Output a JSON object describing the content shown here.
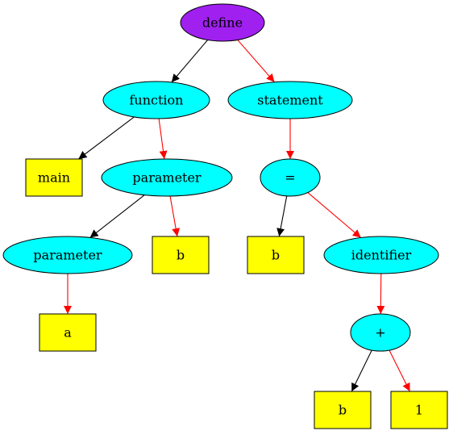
{
  "colors": {
    "root": "#a020f0",
    "nonterminal": "#00ffff",
    "terminal": "#ffff00",
    "edge_left": "#000000",
    "edge_right": "#ff0000"
  },
  "nodes": [
    {
      "id": "define",
      "label": "define",
      "shape": "ellipse",
      "role": "root"
    },
    {
      "id": "function",
      "label": "function",
      "shape": "ellipse",
      "role": "nonterminal"
    },
    {
      "id": "statement",
      "label": "statement",
      "shape": "ellipse",
      "role": "nonterminal"
    },
    {
      "id": "main",
      "label": "main",
      "shape": "box",
      "role": "terminal"
    },
    {
      "id": "parameter1",
      "label": "parameter",
      "shape": "ellipse",
      "role": "nonterminal"
    },
    {
      "id": "assign",
      "label": "=",
      "shape": "ellipse",
      "role": "nonterminal"
    },
    {
      "id": "parameter2",
      "label": "parameter",
      "shape": "ellipse",
      "role": "nonterminal"
    },
    {
      "id": "b1",
      "label": "b",
      "shape": "box",
      "role": "terminal"
    },
    {
      "id": "b2",
      "label": "b",
      "shape": "box",
      "role": "terminal"
    },
    {
      "id": "identifier",
      "label": "identifier",
      "shape": "ellipse",
      "role": "nonterminal"
    },
    {
      "id": "a",
      "label": "a",
      "shape": "box",
      "role": "terminal"
    },
    {
      "id": "plus",
      "label": "+",
      "shape": "ellipse",
      "role": "nonterminal"
    },
    {
      "id": "b3",
      "label": "b",
      "shape": "box",
      "role": "terminal"
    },
    {
      "id": "one",
      "label": "1",
      "shape": "box",
      "role": "terminal"
    }
  ],
  "edges": [
    {
      "from": "define",
      "to": "function",
      "kind": "left"
    },
    {
      "from": "define",
      "to": "statement",
      "kind": "right"
    },
    {
      "from": "function",
      "to": "main",
      "kind": "left"
    },
    {
      "from": "function",
      "to": "parameter1",
      "kind": "right"
    },
    {
      "from": "parameter1",
      "to": "parameter2",
      "kind": "left"
    },
    {
      "from": "parameter1",
      "to": "b1",
      "kind": "right"
    },
    {
      "from": "parameter2",
      "to": "a",
      "kind": "right"
    },
    {
      "from": "statement",
      "to": "assign",
      "kind": "right"
    },
    {
      "from": "assign",
      "to": "b2",
      "kind": "left"
    },
    {
      "from": "assign",
      "to": "identifier",
      "kind": "right"
    },
    {
      "from": "identifier",
      "to": "plus",
      "kind": "right"
    },
    {
      "from": "plus",
      "to": "b3",
      "kind": "left"
    },
    {
      "from": "plus",
      "to": "one",
      "kind": "right"
    }
  ]
}
